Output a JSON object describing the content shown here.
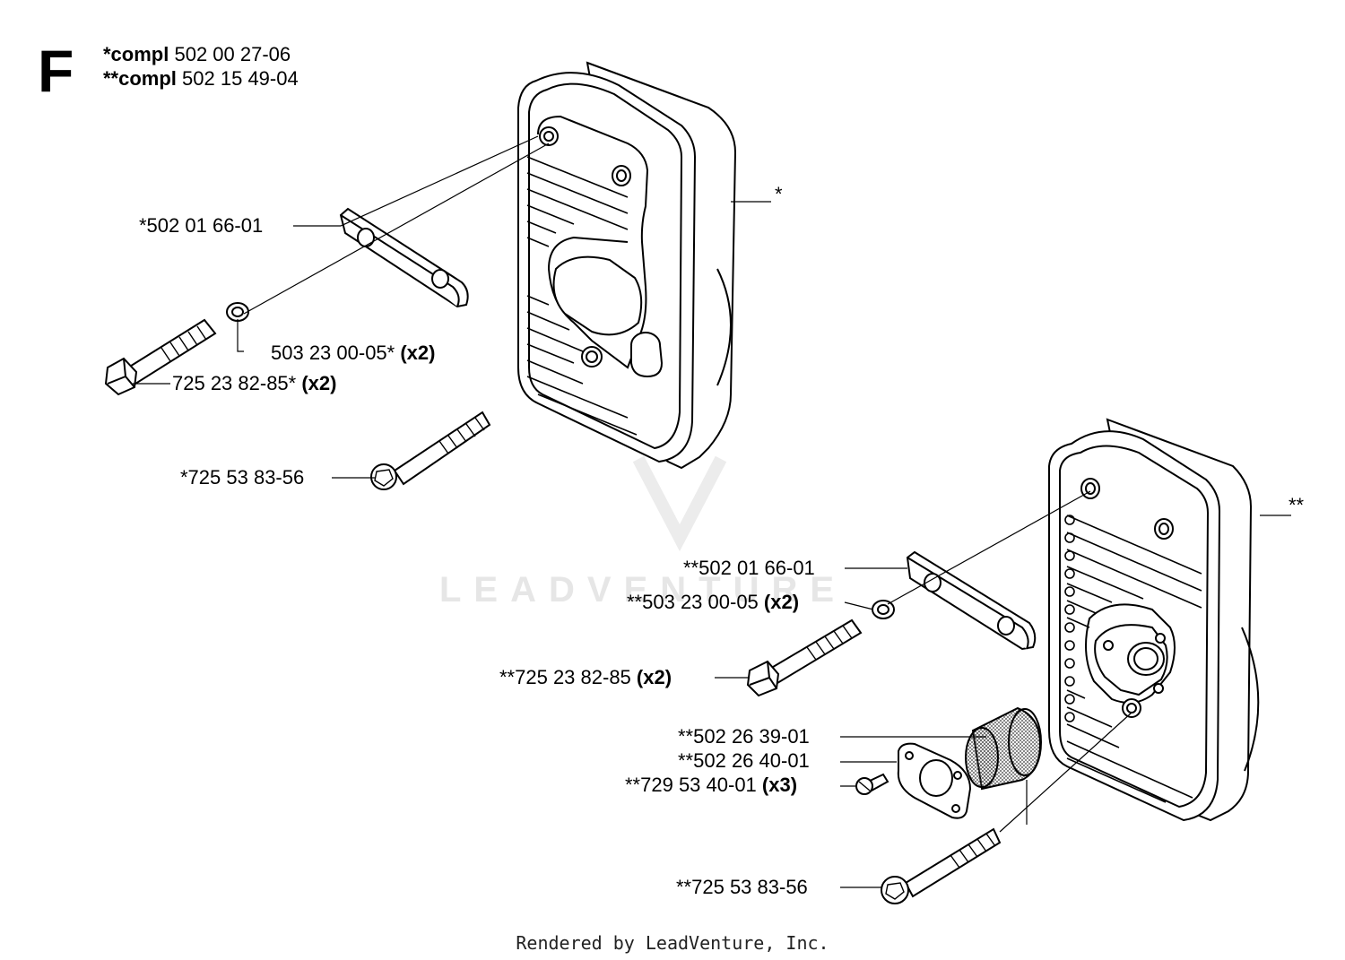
{
  "section": "F",
  "assemblies": [
    {
      "marker": "*compl",
      "number": "502 00 27-06"
    },
    {
      "marker": "**compl",
      "number": "502 15 49-04"
    }
  ],
  "callouts": [
    {
      "id": "a1",
      "part": "*502 01 66-01",
      "qty": ""
    },
    {
      "id": "a2",
      "part": "503 23 00-05*",
      "qty": "(x2)"
    },
    {
      "id": "a3",
      "part": "725 23 82-85*",
      "qty": "(x2)"
    },
    {
      "id": "a4",
      "part": "*725 53 83-56",
      "qty": ""
    },
    {
      "id": "a5",
      "part": "*",
      "qty": ""
    },
    {
      "id": "b1",
      "part": "**",
      "qty": ""
    },
    {
      "id": "b2",
      "part": "**502 01 66-01",
      "qty": ""
    },
    {
      "id": "b3",
      "part": "**503 23 00-05",
      "qty": "(x2)"
    },
    {
      "id": "b4",
      "part": "**725 23 82-85",
      "qty": "(x2)"
    },
    {
      "id": "b5",
      "part": "**502 26 39-01",
      "qty": ""
    },
    {
      "id": "b6",
      "part": "**502 26 40-01",
      "qty": ""
    },
    {
      "id": "b7",
      "part": "**729 53 40-01",
      "qty": "(x3)"
    },
    {
      "id": "b8",
      "part": "**725 53 83-56",
      "qty": ""
    }
  ],
  "watermark": "LEADVENTURE",
  "footer": "Rendered by LeadVenture, Inc."
}
